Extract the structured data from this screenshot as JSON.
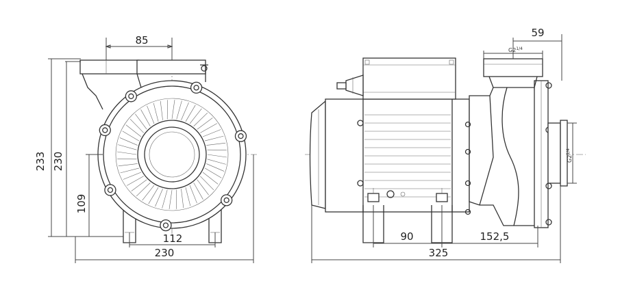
{
  "front_view": {
    "dimensions": {
      "top_width": "85",
      "overall_height": "233",
      "body_height": "230",
      "axis_height": "109",
      "foot_spacing": "112",
      "overall_width": "230"
    }
  },
  "side_view": {
    "dimensions": {
      "outlet_offset": "59",
      "motor_foot_spacing": "90",
      "pump_length": "152,5",
      "overall_length": "325"
    },
    "threads": {
      "outlet_thread": "G2",
      "outlet_thread_fraction": "1/4",
      "inlet_thread": "G2",
      "inlet_thread_fraction": "1/4"
    }
  }
}
